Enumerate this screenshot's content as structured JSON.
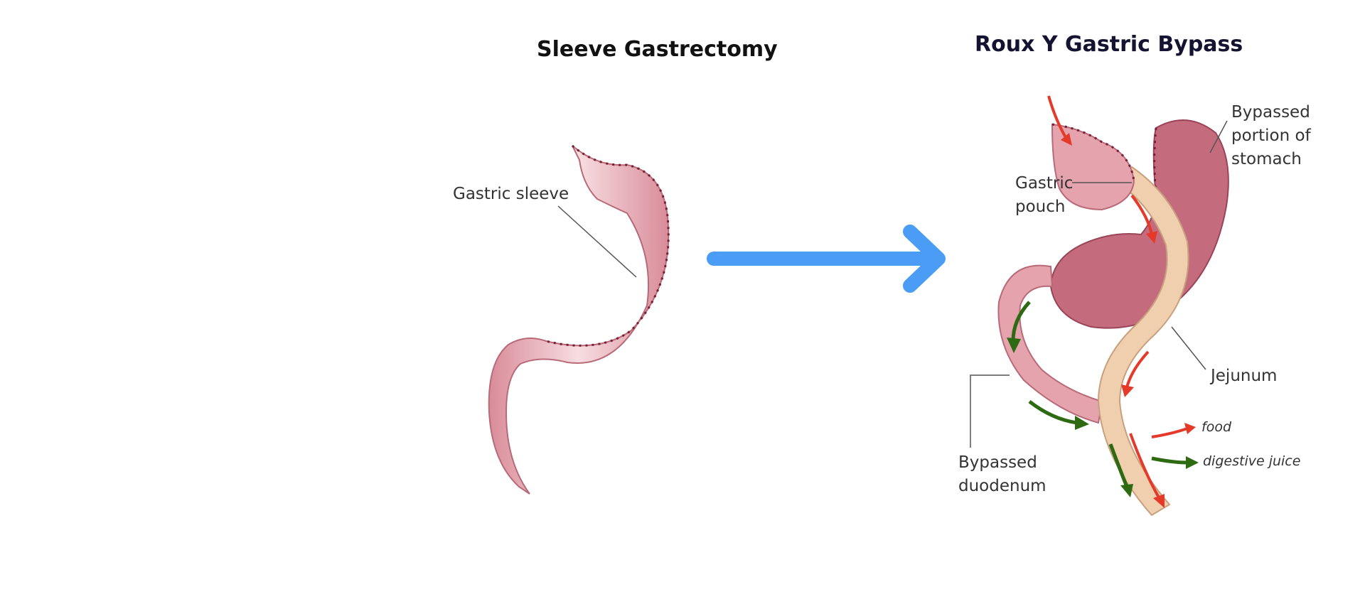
{
  "titles": {
    "left": "Sleeve Gastrectomy",
    "right": "Roux Y Gastric Bypass"
  },
  "sleeve": {
    "label": "Gastric sleeve"
  },
  "bypass": {
    "labels": {
      "bypassed_stomach": [
        "Bypassed",
        "portion of",
        "stomach"
      ],
      "gastric_pouch": [
        "Gastric",
        "pouch"
      ],
      "jejunum": "Jejunum",
      "bypassed_duodenum": [
        "Bypassed",
        "duodenum"
      ]
    },
    "legend": {
      "food": "food",
      "digestive_juice": "digestive juice"
    }
  },
  "colors": {
    "arrow": "#4a9cf5",
    "food_arrow": "#e53a2a",
    "juice_arrow": "#2e6a12",
    "stomach": "#e4a3ad",
    "bypassed_stomach": "#c56b7e",
    "jejunum": "#efcfae"
  }
}
